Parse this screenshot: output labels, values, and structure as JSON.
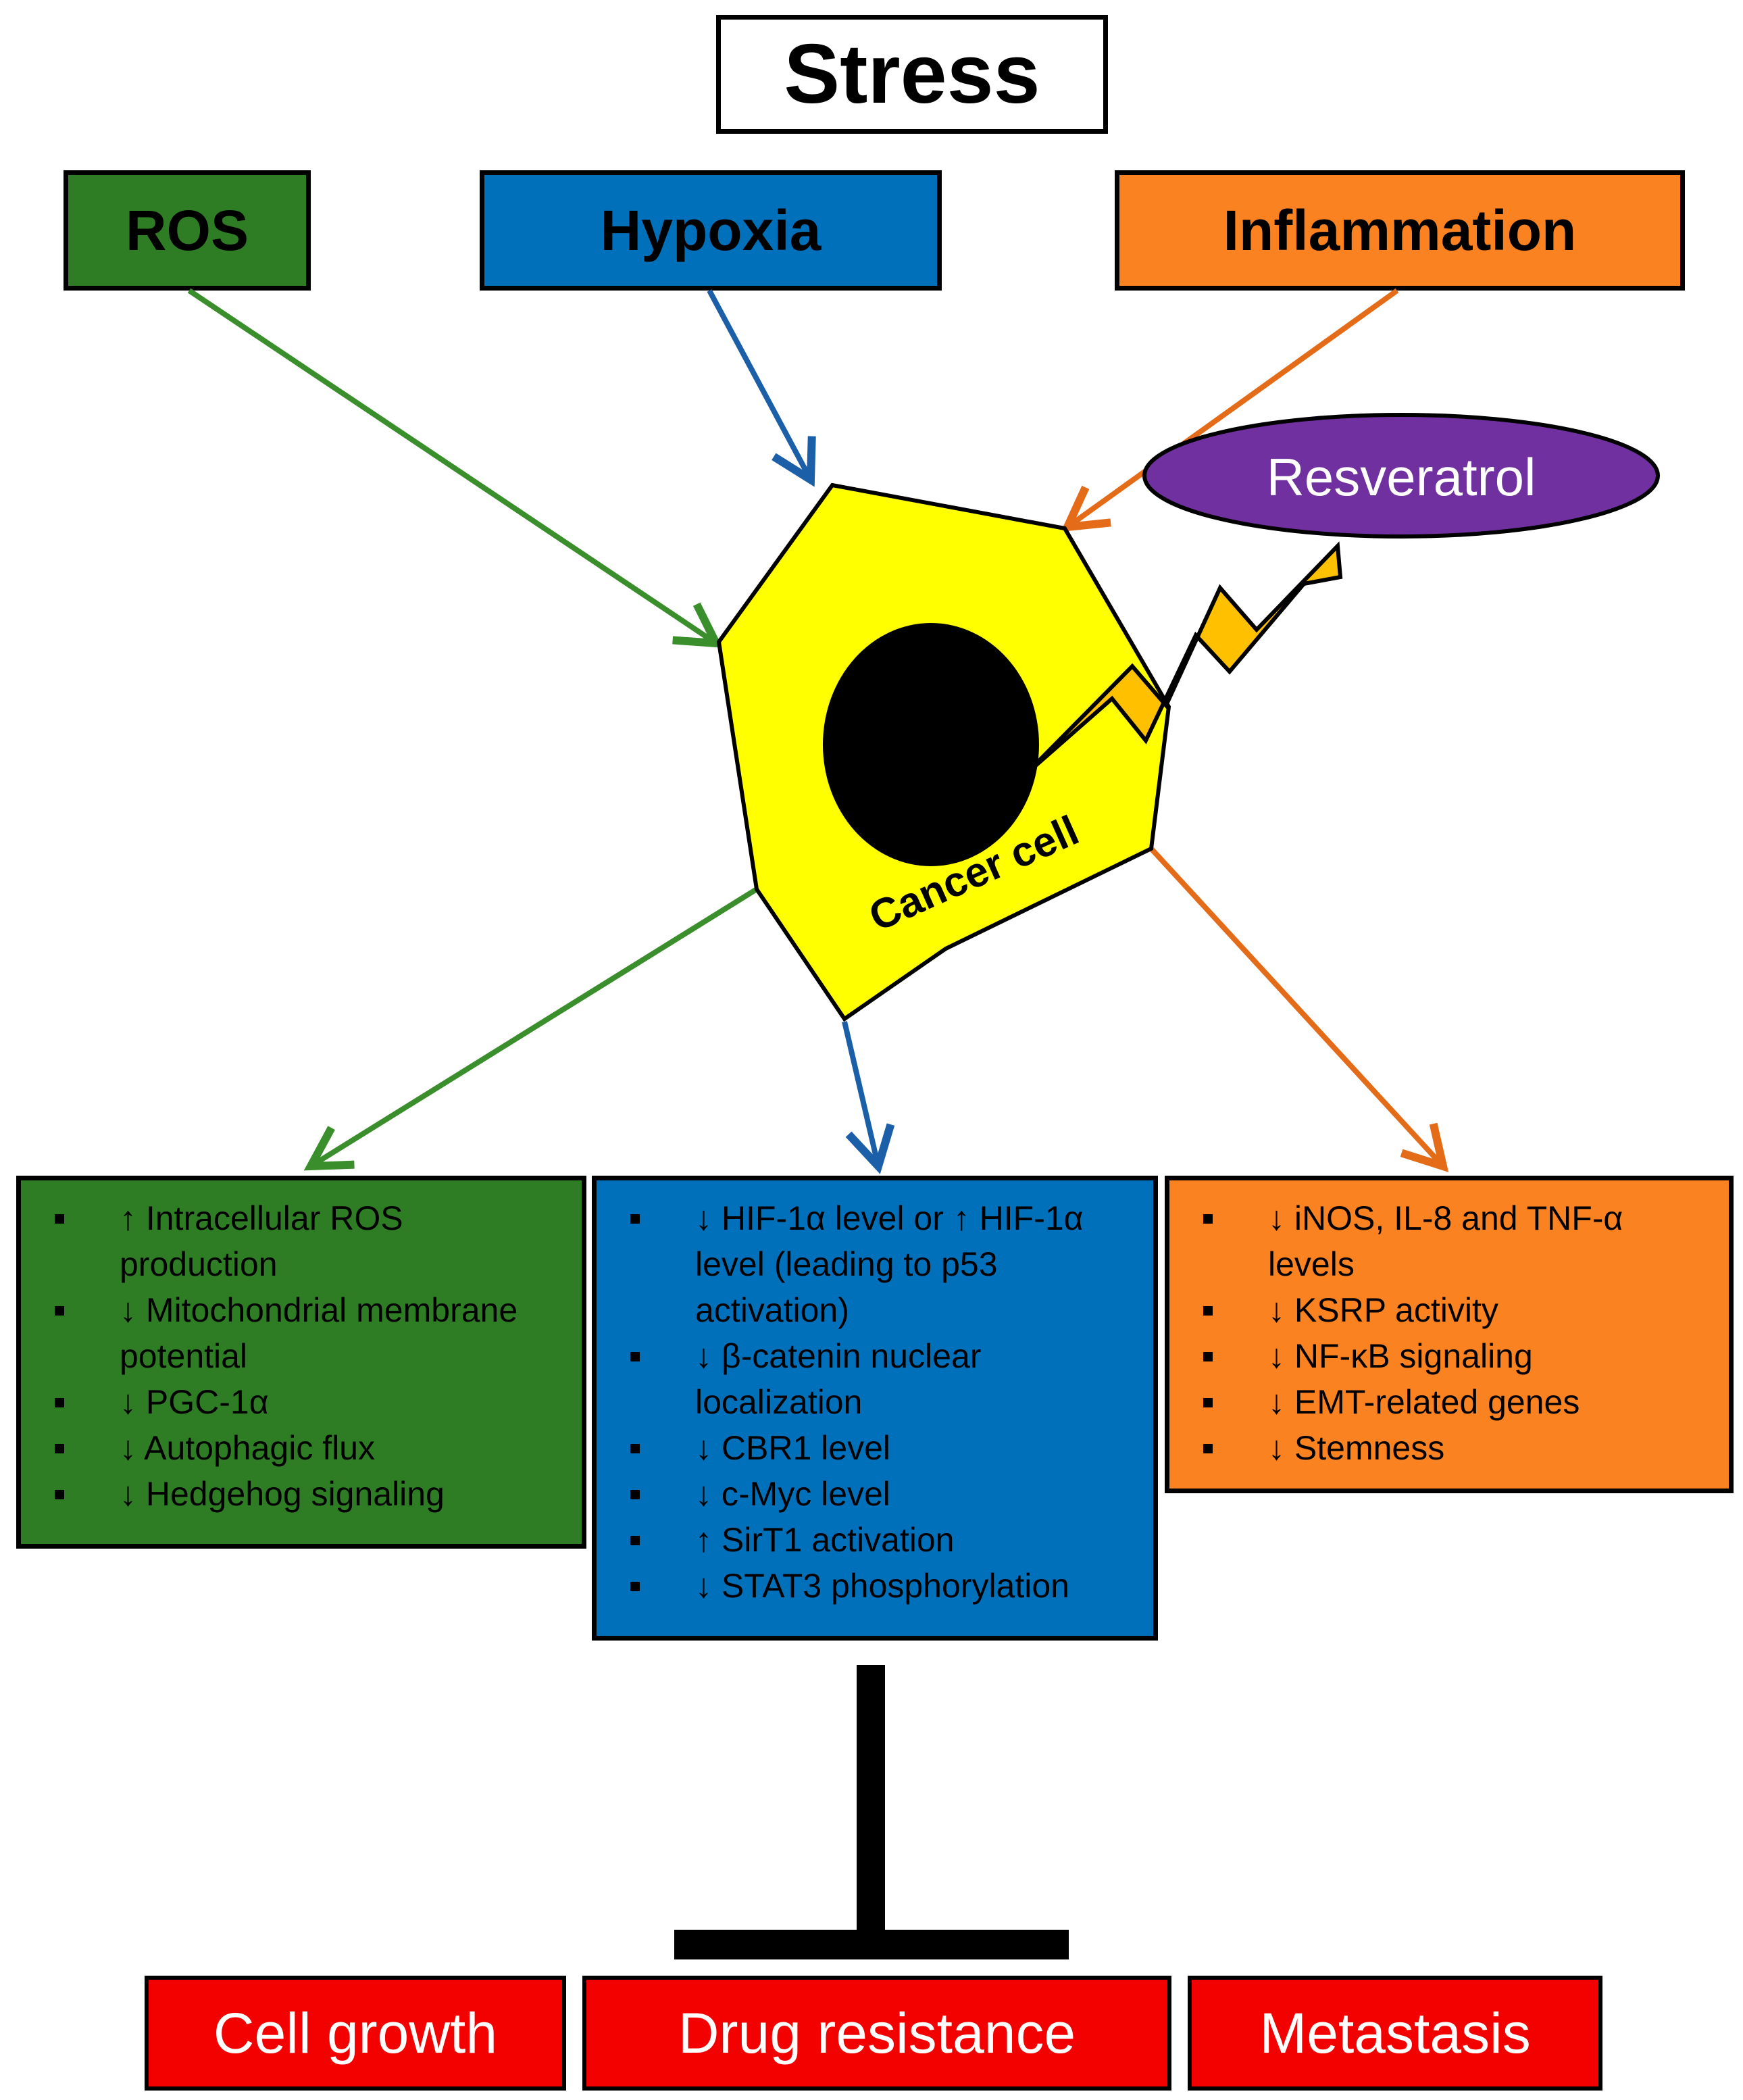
{
  "title": "Stress",
  "stressors": {
    "ros": "ROS",
    "hypoxia": "Hypoxia",
    "inflammation": "Inflammation"
  },
  "cell_label": "Cancer cell",
  "drug_label": "Resveratrol",
  "panels": {
    "green": [
      "↑ Intracellular ROS production",
      "↓ Mitochondrial membrane potential",
      "↓ PGC-1α",
      "↓ Autophagic flux",
      "↓ Hedgehog signaling"
    ],
    "blue": [
      "↓ HIF-1α  level or ↑ HIF-1α  level (leading to p53 activation)",
      "↓ β-catenin nuclear localization",
      "↓ CBR1 level",
      "↓ c-Myc level",
      "↑ SirT1 activation",
      "↓ STAT3 phosphorylation"
    ],
    "orange": [
      "↓ iNOS, IL-8 and TNF-α levels",
      "↓ KSRP activity",
      "↓ NF-κB signaling",
      "↓ EMT-related genes",
      "↓ Stemness"
    ]
  },
  "outcomes": [
    "Cell growth",
    "Drug resistance",
    "Metastasis"
  ],
  "colors": {
    "ros_green": "#2e7d25",
    "hypoxia_blue": "#0070bb",
    "inflammation_orange": "#fb8221",
    "cell_yellow": "#ffff00",
    "resveratrol_purple": "#7030a0",
    "bolt_orange": "#ffc000",
    "outcome_red": "#f30000"
  }
}
